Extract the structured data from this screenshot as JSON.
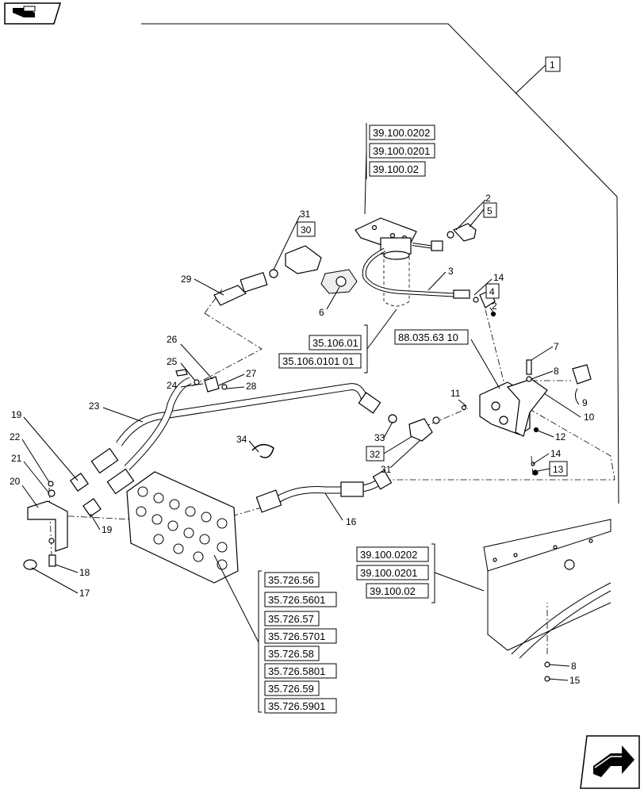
{
  "nav": {
    "prev_icon": "book-hand-icon",
    "next_icon": "arrow-forward-icon"
  },
  "reference_groups": {
    "filter_top": [
      "39.100.0202",
      "39.100.0201",
      "39.100.02"
    ],
    "filter_bottom": [
      "35.106.01",
      "35.106.0101 01"
    ],
    "valve_ref": "88.035.63 10",
    "frame_ref": [
      "39.100.0202",
      "39.100.0201",
      "39.100.02"
    ],
    "control_valve": [
      "35.726.56",
      "35.726.5601",
      "35.726.57",
      "35.726.5701",
      "35.726.58",
      "35.726.5801",
      "35.726.59",
      "35.726.5901"
    ]
  },
  "callouts": {
    "c1": "1",
    "c2a": "2",
    "c2b": "2",
    "c3": "3",
    "c4": "4",
    "c5": "5",
    "c6": "6",
    "c7": "7",
    "c8a": "8",
    "c8b": "8",
    "c9": "9",
    "c10": "10",
    "c11": "11",
    "c12": "12",
    "c13": "13",
    "c14a": "14",
    "c14b": "14",
    "c15": "15",
    "c16": "16",
    "c17": "17",
    "c18": "18",
    "c19a": "19",
    "c19b": "19",
    "c20": "20",
    "c21": "21",
    "c22": "22",
    "c23": "23",
    "c24": "24",
    "c25": "25",
    "c26": "26",
    "c27": "27",
    "c28": "28",
    "c29": "29",
    "c30": "30",
    "c31a": "31",
    "c31b": "31",
    "c32": "32",
    "c33": "33",
    "c34": "34"
  }
}
